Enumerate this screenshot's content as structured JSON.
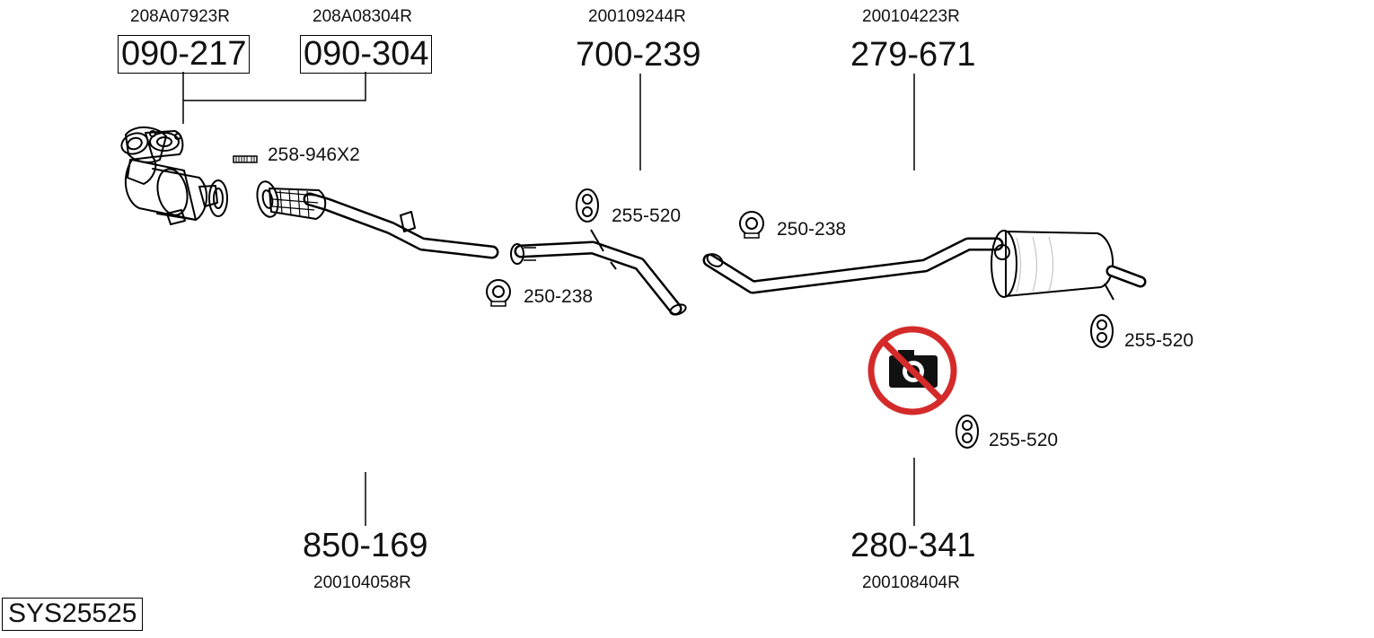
{
  "parts": [
    {
      "part_no": "090-217",
      "oem": "208A07923R",
      "boxed": true
    },
    {
      "part_no": "090-304",
      "oem": "208A08304R",
      "boxed": true
    },
    {
      "part_no": "700-239",
      "oem": "200109244R",
      "boxed": false
    },
    {
      "part_no": "279-671",
      "oem": "200104223R",
      "boxed": false
    },
    {
      "part_no": "850-169",
      "oem": "200104058R",
      "boxed": false
    },
    {
      "part_no": "280-341",
      "oem": "200108404R",
      "boxed": false
    }
  ],
  "accessories": [
    {
      "label": "258-946X2"
    },
    {
      "label": "255-520"
    },
    {
      "label": "250-238"
    },
    {
      "label": "250-238"
    },
    {
      "label": "255-520"
    },
    {
      "label": "255-520"
    }
  ],
  "system_code": "SYS25525",
  "colors": {
    "line": "#000000",
    "pipe_fill": "#ffffff",
    "no_photo_red": "#d42a2a",
    "shade": "#bbbbbb"
  },
  "icons": {
    "no_photo": "no-photo-icon",
    "hanger": "rubber-hanger-icon",
    "clamp": "pipe-clamp-icon",
    "bolt": "bolt-icon"
  }
}
